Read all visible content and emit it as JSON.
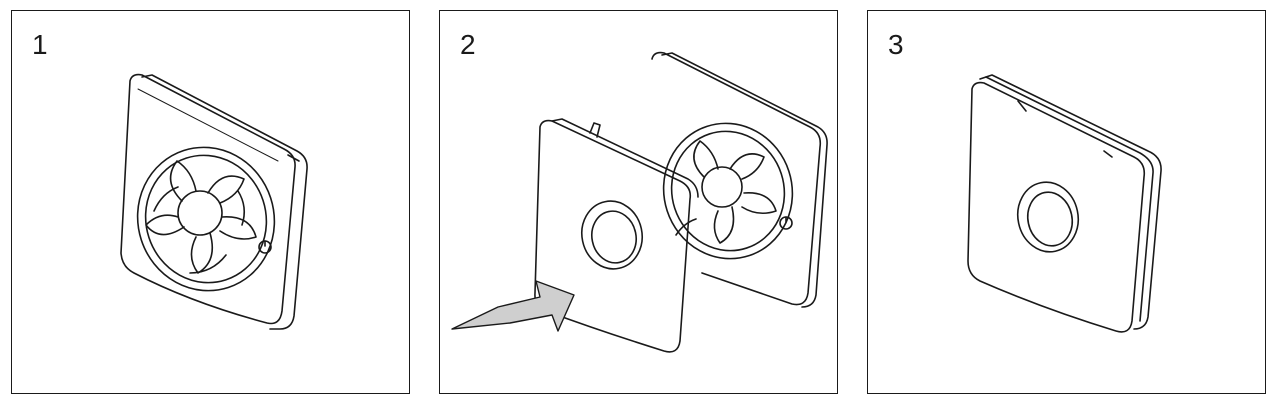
{
  "panels": [
    {
      "number": "1",
      "depiction": "fan-assembled"
    },
    {
      "number": "2",
      "depiction": "cover-being-attached"
    },
    {
      "number": "3",
      "depiction": "cover-installed"
    }
  ],
  "colors": {
    "line": "#1a1a1a",
    "arrow_fill": "#cfcfcf",
    "background": "#ffffff"
  }
}
